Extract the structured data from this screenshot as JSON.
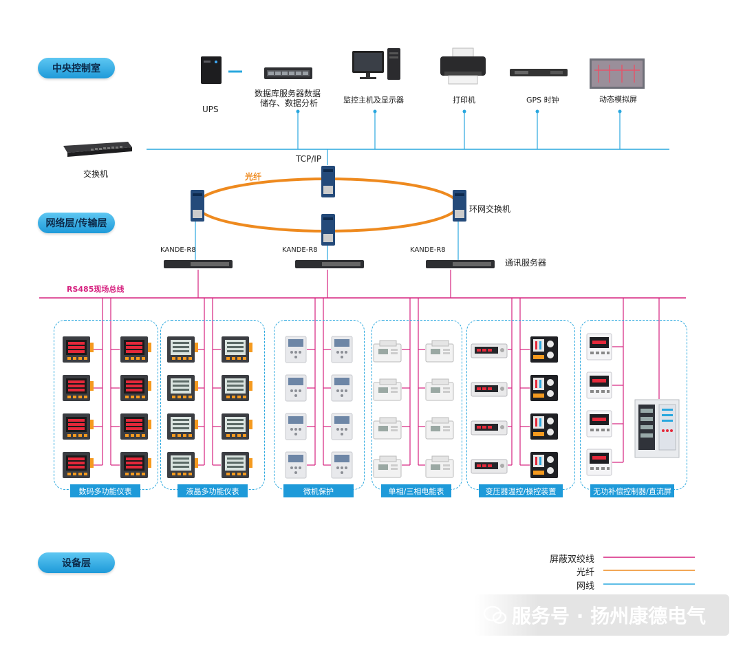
{
  "layers": {
    "control_room": "中央控制室",
    "network_layer": "网络层/传输层",
    "device_layer": "设备层"
  },
  "control_room_devices": {
    "ups": "UPS",
    "db_server_line1": "数据库服务器数据",
    "db_server_line2": "储存、数据分析",
    "monitor_host": "监控主机及显示器",
    "printer": "打印机",
    "gps_clock": "GPS 时钟",
    "simulation_screen": "动态模拟屏",
    "switch": "交换机"
  },
  "network": {
    "tcp_ip": "TCP/IP",
    "fiber_label": "光纤",
    "ring_switch": "环网交换机",
    "comm_server": "通讯服务器",
    "server_models": [
      "KANDE-R8",
      "KANDE-R8",
      "KANDE-R8"
    ],
    "rs485_bus": "RS485现场总线"
  },
  "device_groups": [
    "数码多功能仪表",
    "液晶多功能仪表",
    "微机保护",
    "单相/三相电能表",
    "变压器温控/操控装置",
    "无功补偿控制器/直流屏"
  ],
  "legend": {
    "shielded_twisted_pair": "屏蔽双绞线",
    "fiber": "光纤",
    "network_cable": "网线"
  },
  "colors": {
    "shielded_twisted_pair": "#d6217f",
    "fiber": "#ee8a1f",
    "network_cable": "#29a7de",
    "pill": "#1e9ad9"
  },
  "watermark": "服务号 · 扬州康德电气"
}
